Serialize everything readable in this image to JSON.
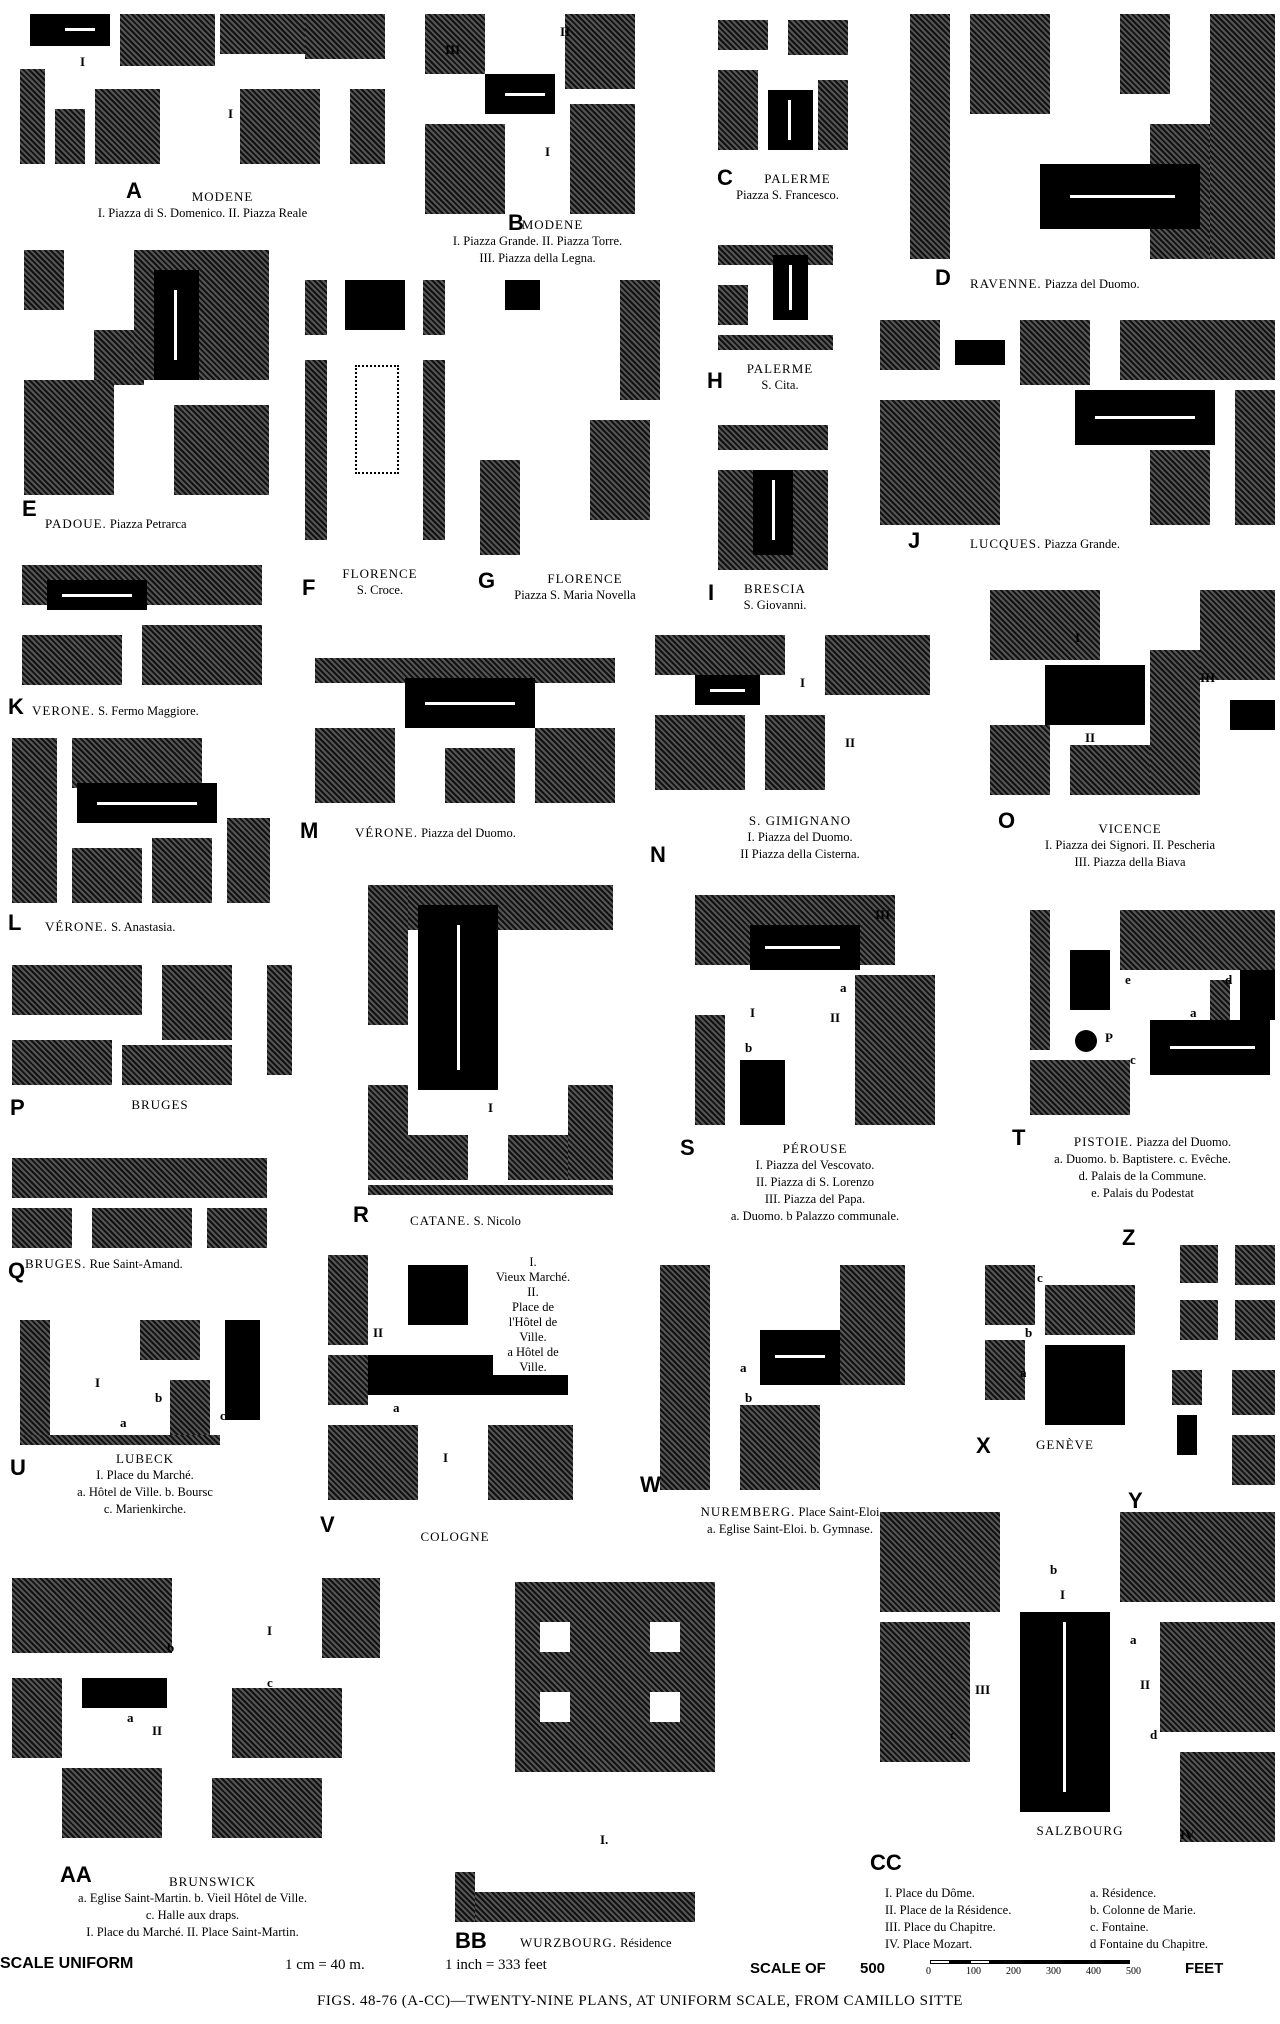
{
  "plans": {
    "A": {
      "letter": "A",
      "city": "MODENE",
      "lines": [
        "I. Piazza di S. Domenico.  II. Piazza Reale"
      ],
      "marks": [
        "I",
        "I"
      ]
    },
    "B": {
      "letter": "B",
      "city": "MODENE",
      "lines": [
        "I. Piazza Grande. II. Piazza Torre.",
        "III. Piazza della Legna."
      ],
      "marks": [
        "III",
        "II",
        "I"
      ]
    },
    "C": {
      "letter": "C",
      "city": "PALERME",
      "lines": [
        "Piazza S. Francesco."
      ]
    },
    "D": {
      "letter": "D",
      "city": "RAVENNE.",
      "lines": [
        "Piazza del Duomo."
      ]
    },
    "E": {
      "letter": "E",
      "city": "PADOUE.",
      "lines": [
        "Piazza Petrarca"
      ]
    },
    "F": {
      "letter": "F",
      "city": "FLORENCE",
      "lines": [
        "S. Croce."
      ]
    },
    "G": {
      "letter": "G",
      "city": "FLORENCE",
      "lines": [
        "Piazza S. Maria Novella"
      ]
    },
    "H": {
      "letter": "H",
      "city": "PALERME",
      "lines": [
        "S. Cita."
      ]
    },
    "I": {
      "letter": "I",
      "city": "BRESCIA",
      "lines": [
        "S. Giovanni."
      ]
    },
    "J": {
      "letter": "J",
      "city": "LUCQUES.",
      "lines": [
        "Piazza Grande."
      ]
    },
    "K": {
      "letter": "K",
      "city": "VERONE.",
      "lines": [
        "S. Fermo Maggiore."
      ]
    },
    "L": {
      "letter": "L",
      "city": "VÉRONE.",
      "lines": [
        "S. Anastasia."
      ]
    },
    "M": {
      "letter": "M",
      "city": "VÉRONE.",
      "lines": [
        "Piazza del Duomo."
      ]
    },
    "N": {
      "letter": "N",
      "city": "S. GIMIGNANO",
      "lines": [
        "I. Piazza del Duomo.",
        "II Piazza della Cisterna."
      ],
      "marks": [
        "I",
        "II"
      ]
    },
    "O": {
      "letter": "O",
      "city": "VICENCE",
      "lines": [
        "I. Piazza dei Signori.  II. Pescheria",
        "III. Piazza della Biava"
      ],
      "marks": [
        "I",
        "II",
        "III"
      ]
    },
    "P": {
      "letter": "P",
      "city": "BRUGES",
      "lines": []
    },
    "Q": {
      "letter": "Q",
      "city": "BRUGES.",
      "lines": [
        "Rue Saint-Amand."
      ]
    },
    "R": {
      "letter": "R",
      "city": "CATANE.",
      "lines": [
        "S. Nicolo"
      ],
      "marks": [
        "I"
      ]
    },
    "S": {
      "letter": "S",
      "city": "PÉROUSE",
      "lines": [
        "I. Piazza del Vescovato.",
        "II. Piazza di S. Lorenzo",
        "III. Piazza del Papa.",
        "a. Duomo. b Palazzo communale."
      ],
      "marks": [
        "III",
        "a",
        "I",
        "II",
        "b"
      ]
    },
    "T": {
      "letter": "T",
      "city": "PISTOIE.",
      "lines": [
        "Piazza del Duomo.",
        "a. Duomo. b. Baptistere. c. Evêche.",
        "d. Palais de la Commune.",
        "e. Palais du Podestat"
      ],
      "marks": [
        "e",
        "d",
        "a",
        "P",
        "c"
      ]
    },
    "U": {
      "letter": "U",
      "city": "LUBECK",
      "lines": [
        "I. Place du Marché.",
        "a. Hôtel de Ville. b. Boursc",
        "c. Marienkirche."
      ],
      "marks": [
        "I",
        "b",
        "a",
        "c"
      ]
    },
    "V": {
      "letter": "V",
      "city": "COLOGNE",
      "lines": [],
      "legend": [
        "I.",
        "Vieux Marché.",
        "II.",
        "Place de",
        "l'Hôtel de",
        "Ville.",
        "a  Hôtel de",
        "Ville."
      ],
      "marks": [
        "II",
        "a",
        "I"
      ]
    },
    "W": {
      "letter": "W",
      "city": "NUREMBERG.",
      "lines": [
        "Place Saint-Eloi",
        "a. Eglise Saint-Eloi.  b. Gymnase."
      ],
      "marks": [
        "a",
        "b"
      ]
    },
    "X": {
      "letter": "X",
      "city": "GENÈVE",
      "lines": [],
      "marks": [
        "c",
        "b",
        "a"
      ]
    },
    "Y": {
      "letter": "Y"
    },
    "Z": {
      "letter": "Z"
    },
    "AA": {
      "letter": "AA",
      "city": "BRUNSWICK",
      "lines": [
        "a. Eglise Saint-Martin.   b. Vieil Hôtel de Ville.",
        "c. Halle aux draps.",
        "I. Place du Marché.   II. Place Saint-Martin."
      ],
      "marks": [
        "I",
        "b",
        "c",
        "a",
        "II"
      ]
    },
    "BB": {
      "letter": "BB",
      "city": "WURZBOURG.",
      "lines": [
        "Résidence"
      ],
      "marks": [
        "I."
      ]
    },
    "CC": {
      "letter": "CC",
      "city": "SALZBOURG",
      "marks": [
        "b",
        "I",
        "a",
        "III",
        "II",
        "c",
        "d",
        "IV"
      ],
      "legend_left": [
        "I. Place du Dôme.",
        "II. Place de la Résidence.",
        "III. Place du Chapitre.",
        "IV. Place Mozart."
      ],
      "legend_right": [
        "a. Résidence.",
        "b. Colonne de Marie.",
        "c. Fontaine.",
        "d Fontaine du Chapitre."
      ]
    }
  },
  "footer": {
    "scale_uniform": "SCALE UNIFORM",
    "metric": "1 cm = 40 m.",
    "imperial": "1 inch = 333 feet",
    "scale_of": "SCALE OF",
    "scale_num": "500",
    "scale_ticks": [
      "0",
      "100",
      "200",
      "300",
      "400",
      "500"
    ],
    "feet": "FEET",
    "caption": "FIGS. 48-76 (A-CC)—TWENTY-NINE PLANS, AT UNIFORM SCALE, FROM CAMILLO SITTE"
  }
}
